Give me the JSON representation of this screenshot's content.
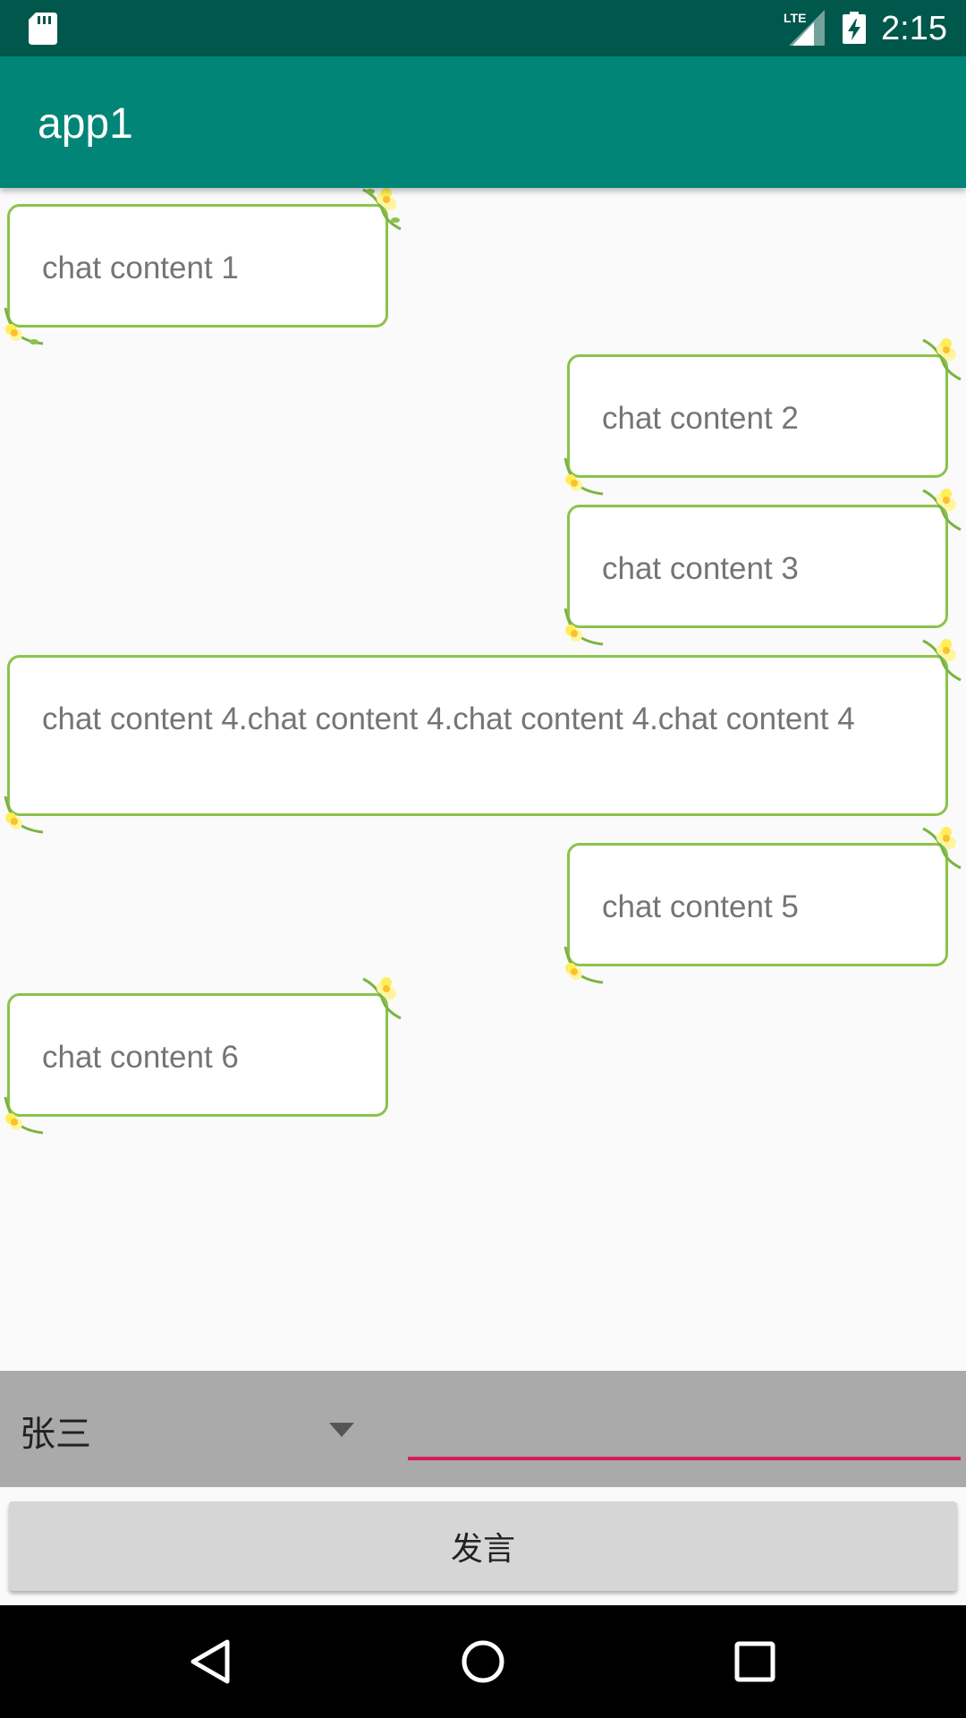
{
  "status_bar": {
    "time": "2:15",
    "network_label": "LTE",
    "icons": [
      "sd-card-icon",
      "lte-signal-icon",
      "battery-charging-icon"
    ]
  },
  "app_bar": {
    "title": "app1",
    "color": "#008577"
  },
  "chat": {
    "messages": [
      {
        "text": "chat content 1",
        "side": "left"
      },
      {
        "text": "chat content 2",
        "side": "right"
      },
      {
        "text": "chat content 3",
        "side": "right"
      },
      {
        "text": "chat content 4.chat content 4.chat content 4.chat content 4",
        "side": "left"
      },
      {
        "text": "chat content 5",
        "side": "right"
      },
      {
        "text": "chat content 6",
        "side": "left"
      }
    ],
    "bubble_border_color": "#8bc34a",
    "decoration_icon": "flower-icon"
  },
  "input_bar": {
    "speaker_selected": "张三",
    "message_value": "",
    "underline_color": "#d81b60"
  },
  "send_button": {
    "label": "发言"
  },
  "nav_bar": {
    "icons": [
      "back-icon",
      "home-icon",
      "recents-icon"
    ]
  }
}
